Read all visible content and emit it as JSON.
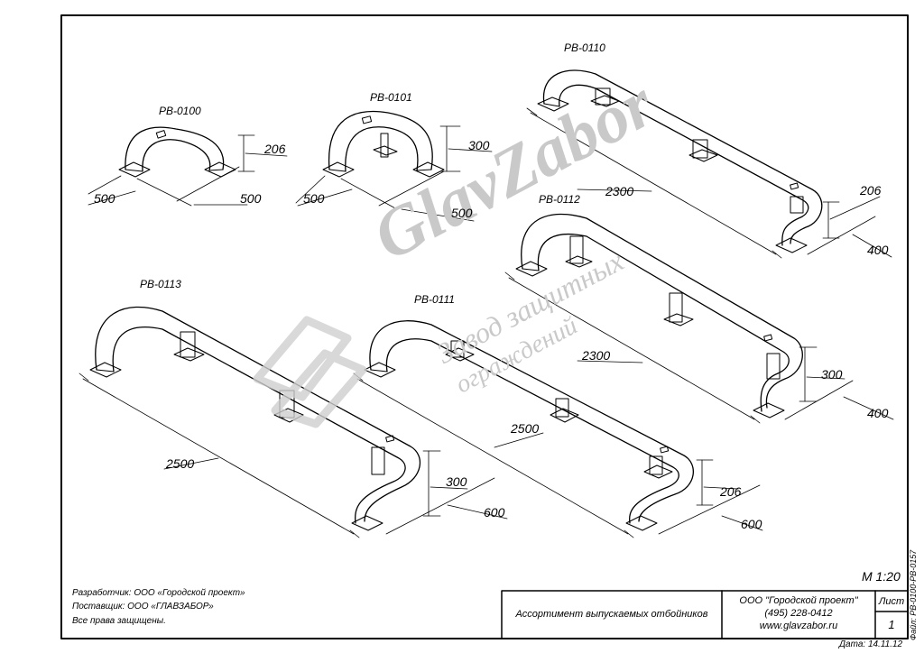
{
  "watermark": {
    "brand": "GlavZabor",
    "line1": "Завод защитных",
    "line2": "ограждений"
  },
  "items": [
    {
      "code": "РВ-0100",
      "dims": [
        "206",
        "500",
        "500"
      ]
    },
    {
      "code": "РВ-0101",
      "dims": [
        "300",
        "500",
        "500"
      ]
    },
    {
      "code": "РВ-0110",
      "dims": [
        "2300",
        "206",
        "400"
      ]
    },
    {
      "code": "РВ-0112",
      "dims": [
        "2300",
        "300",
        "400"
      ]
    },
    {
      "code": "РВ-0113",
      "dims": [
        "2500",
        "300",
        "600"
      ]
    },
    {
      "code": "РВ-0111",
      "dims": [
        "2500",
        "206",
        "600"
      ]
    }
  ],
  "scale": "М 1:20",
  "notes": {
    "developer": "Разработчик:  ООО «Городской проект»",
    "supplier": "Поставщик:  ООО «ГЛАВЗАБОР»",
    "rights": "Все права защищены."
  },
  "title_block": {
    "title": "Ассортимент выпускаемых отбойников",
    "company": "ООО \"Городской проект\"",
    "phone": "(495) 228-0412",
    "website": "www.glavzabor.ru",
    "sheet_label": "Лист",
    "sheet_number": "1"
  },
  "file_label": "Файл: РВ-0100-РВ-0157",
  "date_label": "Дата: 14.11.12"
}
